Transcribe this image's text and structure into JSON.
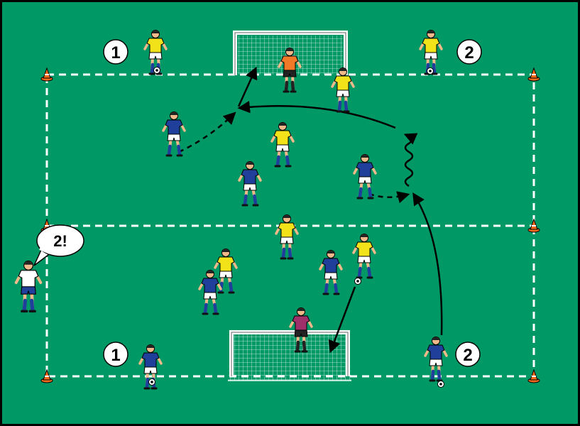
{
  "colors": {
    "pitch": "#009966",
    "border": "#000000",
    "line": "#ffffff",
    "team_blue": "#1f3f9a",
    "team_yellow": "#f2e21a",
    "keeper_orange": "#f07a28",
    "keeper_purple": "#a0306a",
    "cone": "#f26a1b",
    "coach_shirt": "#ffffff",
    "arrow": "#000000"
  },
  "labels": {
    "top_left_number": "1",
    "top_right_number": "2",
    "bottom_left_number": "1",
    "bottom_right_number": "2",
    "coach_call": "2!"
  },
  "icons": {
    "cone": "cone-icon",
    "ball": "ball-icon",
    "goal": "goal-icon",
    "player": "player-icon"
  }
}
